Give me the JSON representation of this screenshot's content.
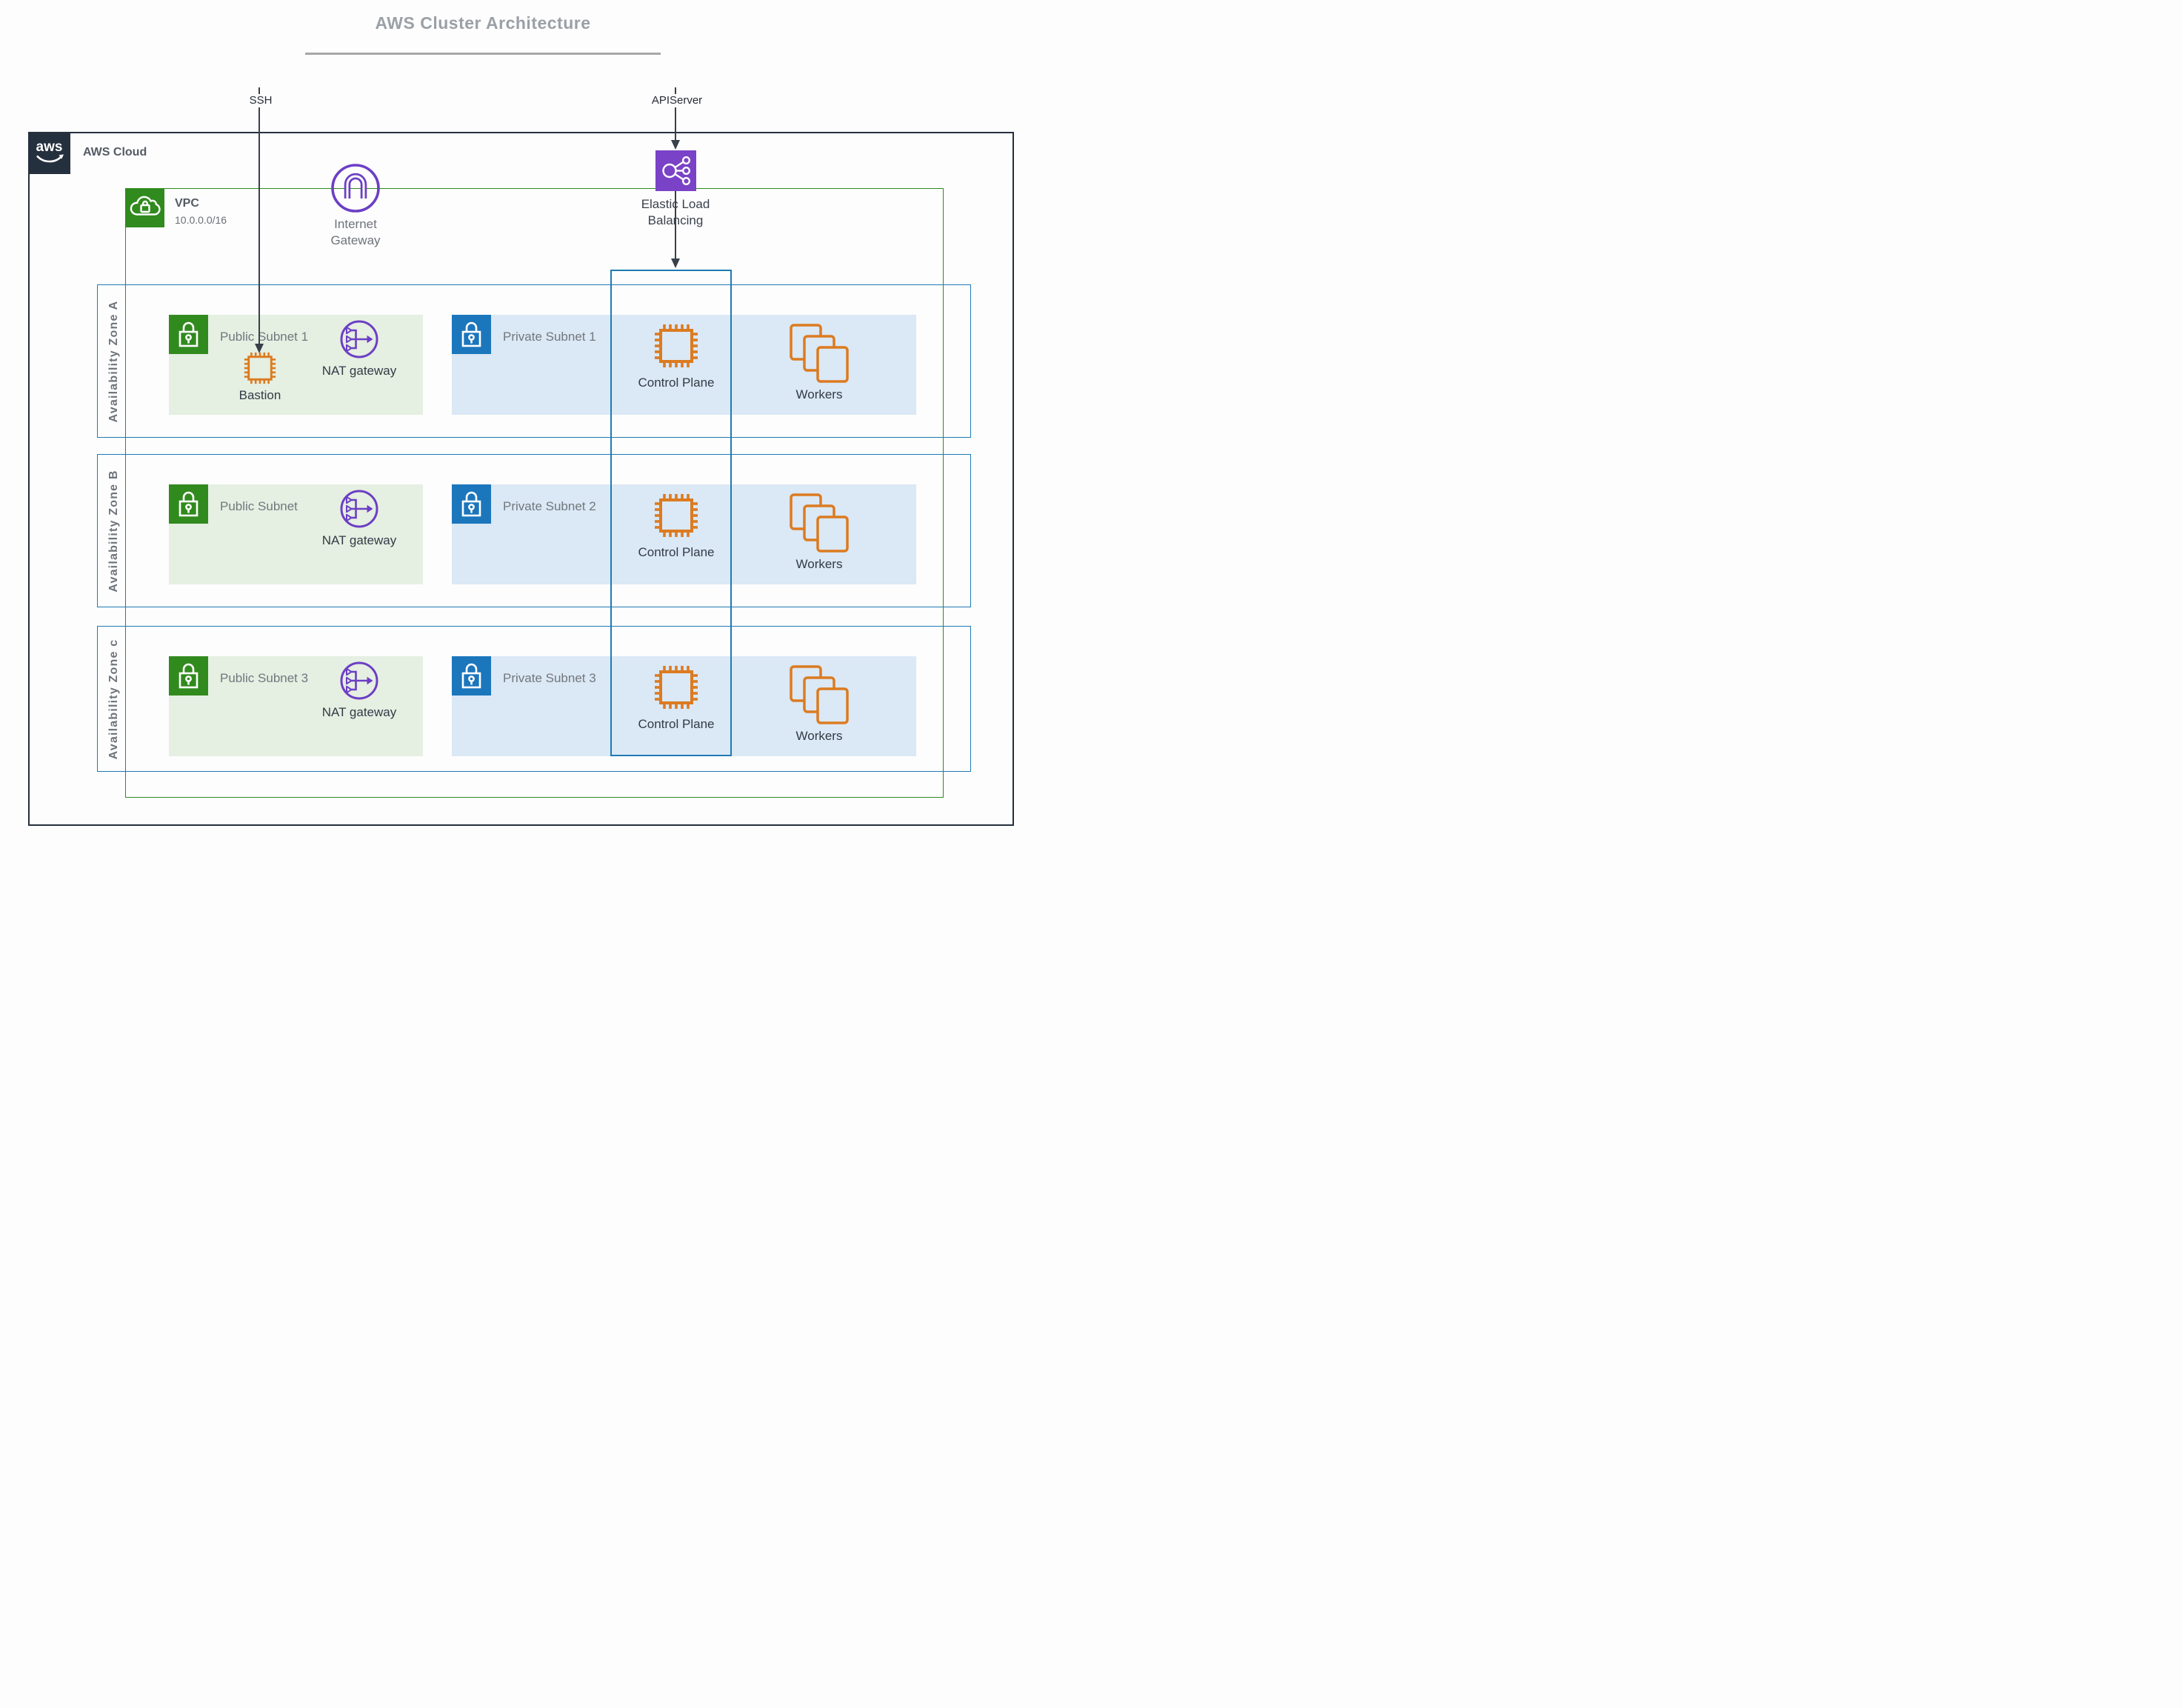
{
  "title": "AWS Cluster Architecture",
  "cloud": {
    "logo_text": "aws",
    "label": "AWS Cloud"
  },
  "vpc": {
    "label": "VPC",
    "cidr": "10.0.0.0/16"
  },
  "internet_gateway": {
    "label": "Internet Gateway"
  },
  "load_balancer": {
    "label": "Elastic Load Balancing"
  },
  "connections": {
    "ssh_label": "SSH",
    "apiserver_label": "APIServer"
  },
  "zones": [
    {
      "az_label": "Availability Zone A",
      "public_subnet": {
        "label": "Public Subnet 1",
        "nat_label": "NAT gateway",
        "bastion_label": "Bastion"
      },
      "private_subnet": {
        "label": "Private Subnet 1",
        "control_plane_label": "Control Plane",
        "workers_label": "Workers"
      }
    },
    {
      "az_label": "Availability Zone B",
      "public_subnet": {
        "label": "Public Subnet",
        "nat_label": "NAT gateway"
      },
      "private_subnet": {
        "label": "Private Subnet 2",
        "control_plane_label": "Control Plane",
        "workers_label": "Workers"
      }
    },
    {
      "az_label": "Availability Zone c",
      "public_subnet": {
        "label": "Public Subnet 3",
        "nat_label": "NAT gateway"
      },
      "private_subnet": {
        "label": "Private Subnet 3",
        "control_plane_label": "Control Plane",
        "workers_label": "Workers"
      }
    }
  ],
  "colors": {
    "aws_navy": "#25303E",
    "vpc_green": "#2E8B1E",
    "public_icon_green": "#318A1E",
    "private_icon_blue": "#1B76BC",
    "az_border_blue": "#1F7AB3",
    "public_fill": "#E5EFE2",
    "private_fill": "#DBE8F5",
    "gateway_purple": "#6C3FC4",
    "elb_purple": "#7A42C6",
    "resource_orange": "#DC7B20",
    "title_gray": "#9AA0A6",
    "arrow_dark": "#39404A"
  }
}
